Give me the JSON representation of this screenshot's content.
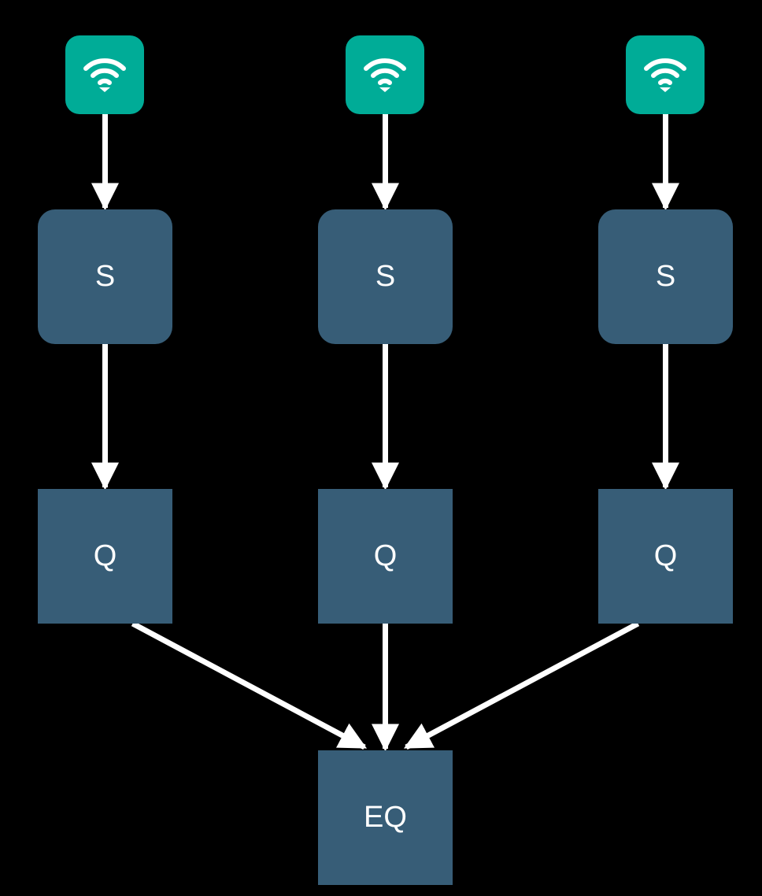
{
  "colors": {
    "background": "#000000",
    "wifi_tile": "#00ac97",
    "node_fill": "#375d77",
    "edge": "#ffffff",
    "text": "#ffffff"
  },
  "sources": [
    {
      "icon": "wifi-icon",
      "s_label": "S",
      "q_label": "Q"
    },
    {
      "icon": "wifi-icon",
      "s_label": "S",
      "q_label": "Q"
    },
    {
      "icon": "wifi-icon",
      "s_label": "S",
      "q_label": "Q"
    }
  ],
  "sink": {
    "label": "EQ"
  },
  "edges": [
    {
      "from": "wifi-0",
      "to": "s-0"
    },
    {
      "from": "wifi-1",
      "to": "s-1"
    },
    {
      "from": "wifi-2",
      "to": "s-2"
    },
    {
      "from": "s-0",
      "to": "q-0"
    },
    {
      "from": "s-1",
      "to": "q-1"
    },
    {
      "from": "s-2",
      "to": "q-2"
    },
    {
      "from": "q-0",
      "to": "eq"
    },
    {
      "from": "q-1",
      "to": "eq"
    },
    {
      "from": "q-2",
      "to": "eq"
    }
  ]
}
